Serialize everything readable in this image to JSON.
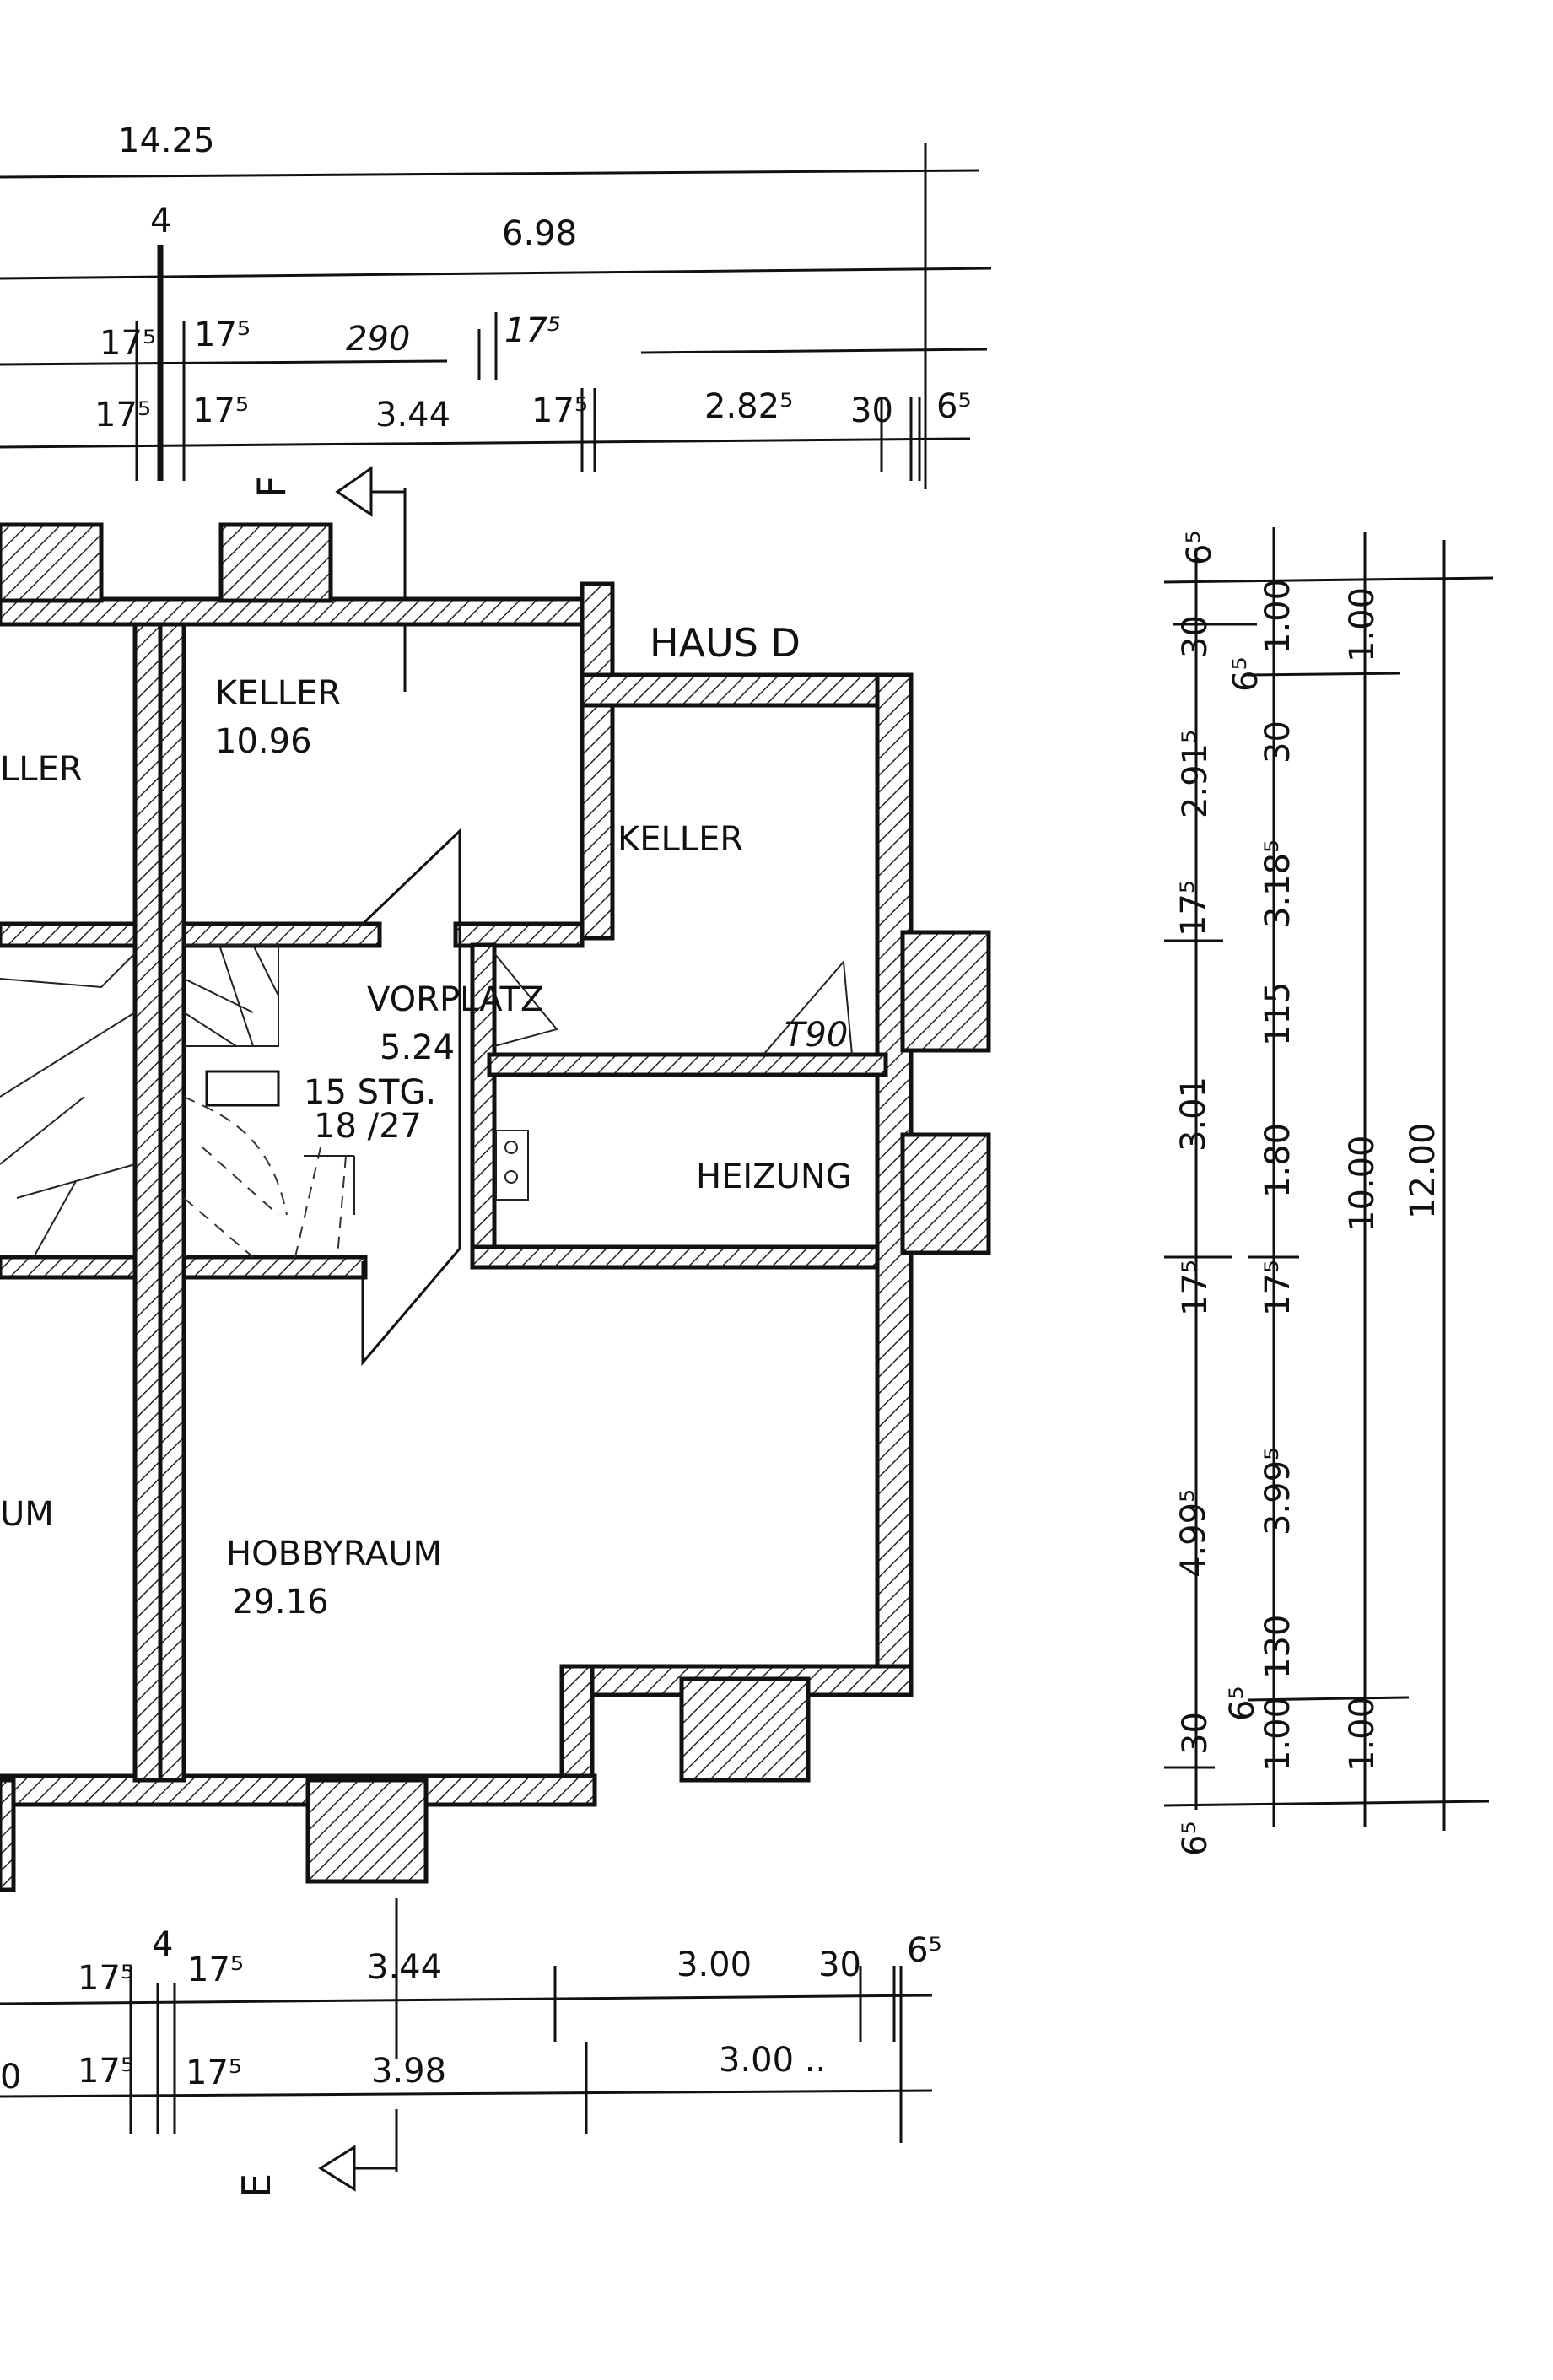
{
  "plan": {
    "house_label": "HAUS D",
    "rooms": {
      "keller_left_partial": "LLER",
      "keller_top": {
        "name": "KELLER",
        "area": "10.96"
      },
      "keller_right": {
        "name": "KELLER"
      },
      "vorplatz": {
        "name": "VORPLATZ",
        "area": "5.24"
      },
      "heizung": {
        "name": "HEIZUNG"
      },
      "stair": {
        "line1": "15 STG.",
        "line2": "18 /27"
      },
      "door_t90": "T90",
      "raum_left_partial": "UM",
      "hobbyraum": {
        "name": "HOBBYRAUM",
        "area": "29.16"
      }
    },
    "section_marks": {
      "top": "F",
      "bottom": "E"
    },
    "dims_top": {
      "row1": [
        "14.25"
      ],
      "row2": [
        "4",
        "6.98"
      ],
      "row3": [
        "17⁵",
        "17⁵",
        "290",
        "17⁵"
      ],
      "row4": [
        "17⁵",
        "17⁵",
        "3.44",
        "17⁵",
        "2.82⁵",
        "30",
        "6⁵"
      ]
    },
    "dims_bottom": {
      "row1": [
        "17⁵",
        "4",
        "17⁵",
        "3.44",
        "3.00",
        "30",
        "6⁵"
      ],
      "row2": [
        "0",
        "17⁵",
        "17⁵",
        "3.98",
        "3.00 .."
      ]
    },
    "dims_right": {
      "col1": [
        "6⁵",
        "30",
        "2.91⁵",
        "17⁵",
        "3.01",
        "17⁵",
        "4.99⁵",
        "30",
        "6⁵"
      ],
      "col2": [
        "1.00",
        "6⁵",
        "30",
        "3.18⁵",
        "115",
        "1.80",
        "17⁵",
        "3.99⁵",
        "130",
        "6⁵",
        "1.00"
      ],
      "col3": [
        "1.00",
        "10.00",
        "1.00"
      ],
      "col4": [
        "12.00"
      ]
    }
  }
}
